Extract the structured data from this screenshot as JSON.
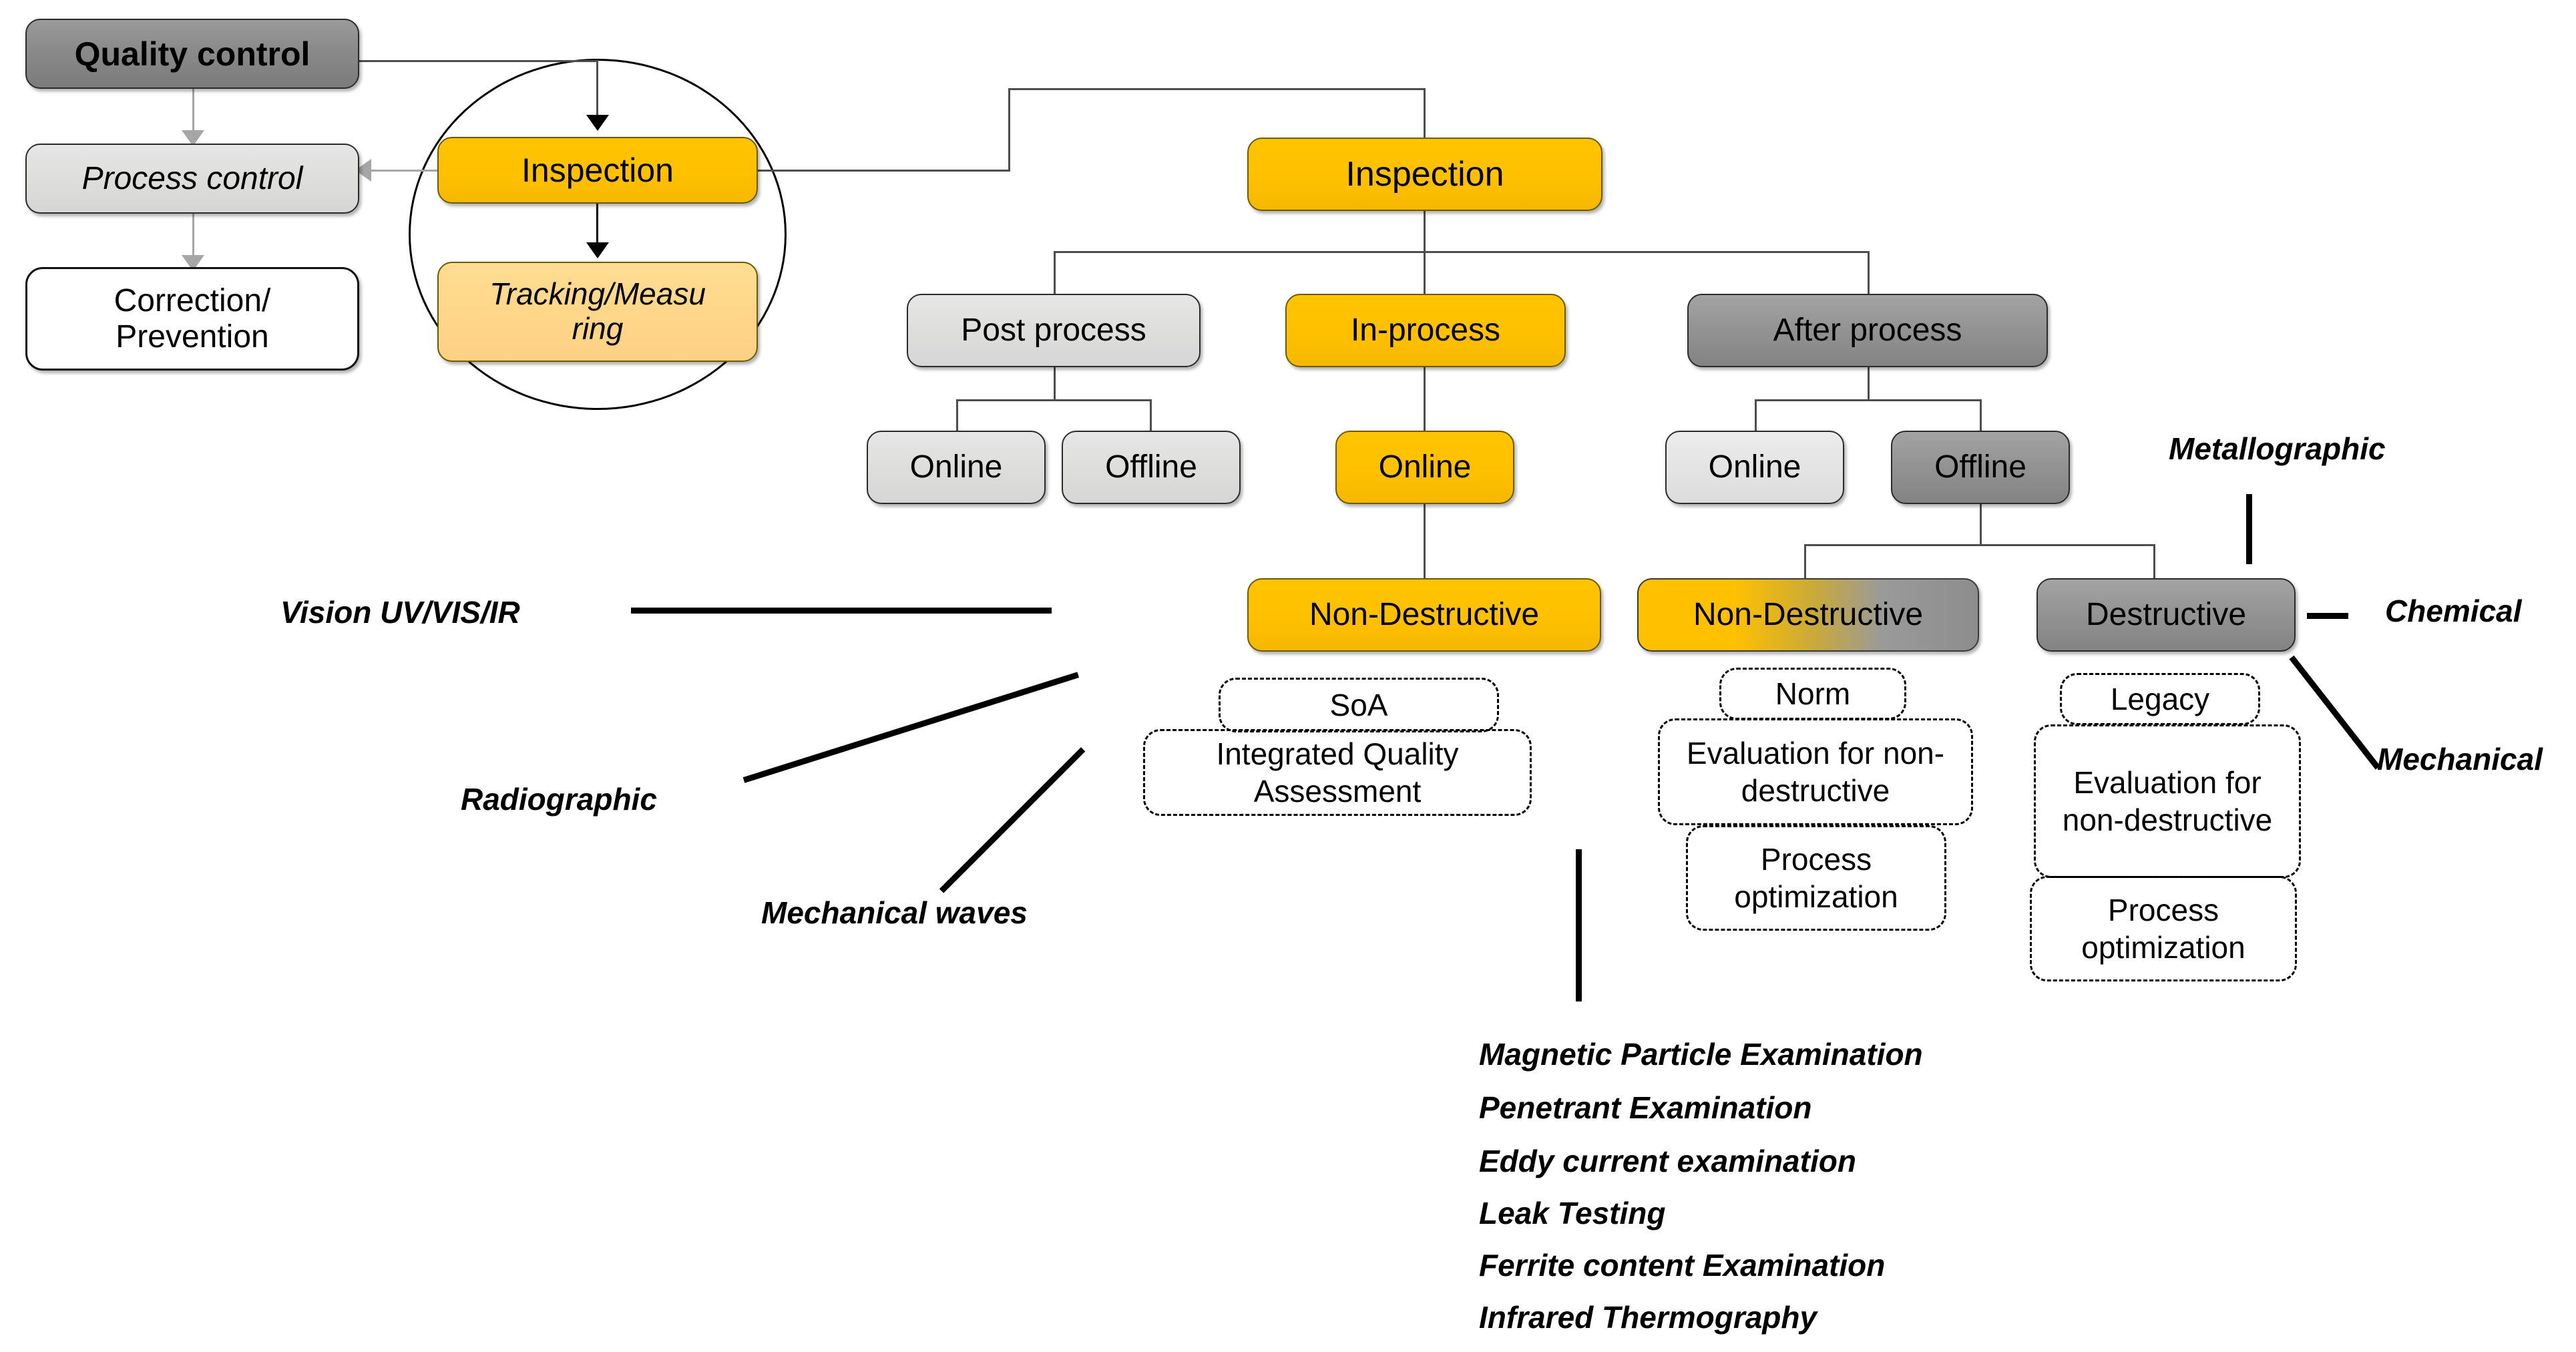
{
  "left_cycle": {
    "quality_control": "Quality control",
    "process_control": "Process control",
    "correction_prevention": "Correction/\nPrevention",
    "inspection": "Inspection",
    "tracking_measuring": "Tracking/Measu\nring"
  },
  "tree": {
    "root": "Inspection",
    "branches": [
      {
        "label": "Post process",
        "children": [
          "Online",
          "Offline"
        ]
      },
      {
        "label": "In-process",
        "children": [
          "Online"
        ]
      },
      {
        "label": "After process",
        "children": [
          "Online",
          "Offline"
        ]
      }
    ],
    "in_process_leaf": "Non-Destructive",
    "after_process_leaves": [
      "Non-Destructive",
      "Destructive"
    ]
  },
  "dashed": {
    "in_process": [
      "SoA",
      "Integrated Quality Assessment"
    ],
    "after_nondestructive": [
      "Norm",
      "Evaluation for non-destructive",
      "Process optimization"
    ],
    "destructive": [
      "Legacy",
      "Evaluation for non-destructive",
      "Process optimization"
    ]
  },
  "annotations": {
    "left": [
      "Vision UV/VIS/IR",
      "Radiographic",
      "Mechanical waves"
    ],
    "right": [
      "Metallographic",
      "Chemical",
      "Mechanical"
    ]
  },
  "nde_methods": [
    "Magnetic Particle Examination",
    "Penetrant Examination",
    "Eddy current examination",
    "Leak Testing",
    "Ferrite content Examination",
    "Infrared Thermography"
  ],
  "colors": {
    "amber": "#FFC000",
    "amber_light": "#FFD68A",
    "dark_gray": "#8A8A8A",
    "light_gray": "#DEDEDD",
    "line": "#4D4D4D",
    "arrow_gray": "#A6A6A6",
    "black": "#000000"
  }
}
